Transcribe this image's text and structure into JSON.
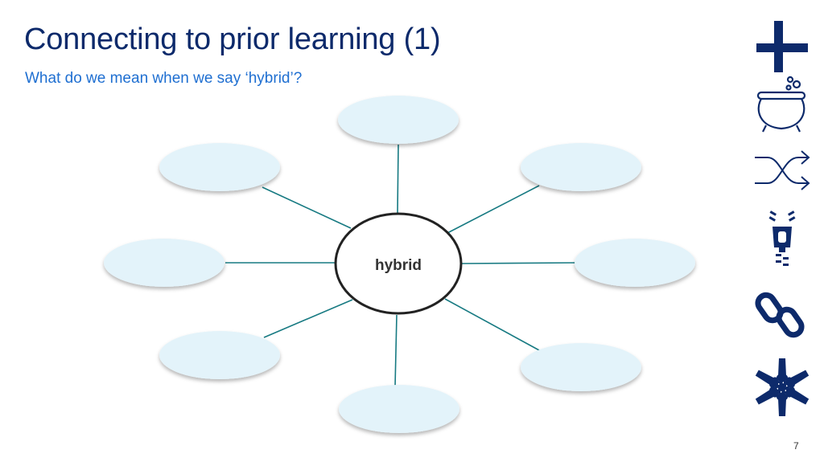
{
  "slide": {
    "title": "Connecting to prior learning (1)",
    "subtitle": "What do we mean when we say ‘hybrid’?",
    "page_number": "7"
  },
  "diagram": {
    "type": "mind-map",
    "center_label": "hybrid",
    "satellites": [
      {
        "id": "top",
        "label": ""
      },
      {
        "id": "top-right",
        "label": ""
      },
      {
        "id": "right",
        "label": ""
      },
      {
        "id": "bottom-right",
        "label": ""
      },
      {
        "id": "bottom",
        "label": ""
      },
      {
        "id": "bottom-left",
        "label": ""
      },
      {
        "id": "left",
        "label": ""
      },
      {
        "id": "top-left",
        "label": ""
      }
    ],
    "colors": {
      "bubble_fill": "#e3f3fa",
      "connector": "#177a82",
      "center_stroke": "#222222"
    }
  },
  "icons": [
    "plus-icon",
    "cauldron-icon",
    "shuffle-icon",
    "zipper-icon",
    "chain-link-icon",
    "joined-hands-icon"
  ],
  "colors": {
    "title": "#0d2a6b",
    "subtitle": "#1f6fd1",
    "icon": "#0d2a6b"
  }
}
